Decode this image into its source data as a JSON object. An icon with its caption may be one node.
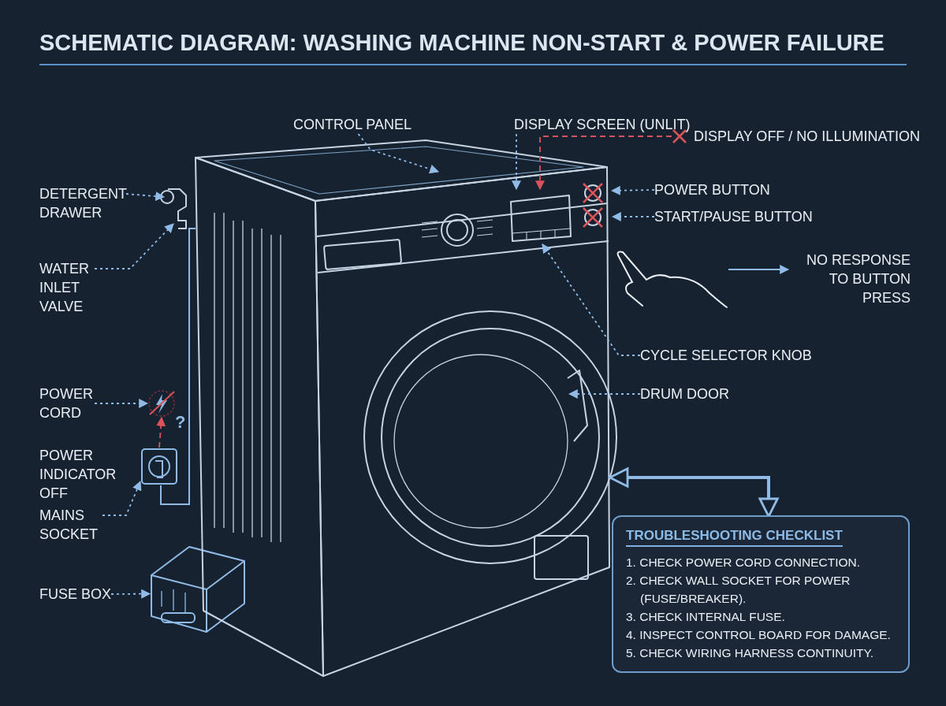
{
  "diagram": {
    "title": "SCHEMATIC DIAGRAM: WASHING MACHINE NON-START & POWER FAILURE",
    "nodes": [
      {
        "text": [
          "CONTROL PANEL"
        ]
      },
      {
        "text": [
          "DISPLAY SCREEN (UNLIT)"
        ]
      },
      {
        "text": [
          "DISPLAY OFF / NO ILLUMINATION"
        ]
      },
      {
        "text": [
          "POWER BUTTON"
        ]
      },
      {
        "text": [
          "START/PAUSE BUTTON"
        ]
      },
      {
        "text": [
          "NO RESPONSE TO BUTTON PRESS"
        ]
      },
      {
        "text": [
          "CYCLE SELECTOR KNOB"
        ]
      },
      {
        "text": [
          "DRUM DOOR"
        ]
      },
      {
        "text": [
          "DETERGENT DRAWER"
        ]
      },
      {
        "text": [
          "WATER INLET VALVE"
        ]
      },
      {
        "text": [
          "POWER CORD"
        ]
      },
      {
        "text": [
          "MAINS SOCKET"
        ]
      },
      {
        "text": [
          "FUSE BOX"
        ]
      },
      {
        "text": [
          "TROUBLESHOOTING CHECKLIST",
          "1. CHECK POWER CORD CONNECTION.",
          "2. CHECK WALL SOCKET FOR POWER (FUSE/BREAKER).",
          "3. CHECK INTERNAL FUSE.",
          "4. INSPECT CONTROL BOARD FOR DAMAGE.",
          "5. CHECK WIRING HARNESS CONTINUITY."
        ]
      },
      {
        "text": [],
        "shape": "picture"
      },
      {
        "text": [],
        "shape": "picture"
      },
      {
        "text": [],
        "shape": "picture"
      },
      {
        "text": [],
        "shape": "picture"
      },
      {
        "text": [],
        "shape": "picture"
      }
    ],
    "edges": [
      {
        "from": 0,
        "to": 18,
        "arrow": "to",
        "style": "dashed"
      },
      {
        "from": 1,
        "to": 18,
        "arrow": "to",
        "style": "dashed"
      },
      {
        "from": 2,
        "to": 18,
        "arrow": "to",
        "style": "dashed",
        "color": "#d9535a"
      },
      {
        "from": 3,
        "to": 18,
        "arrow": "to",
        "style": "dashed"
      },
      {
        "from": 4,
        "to": 18,
        "arrow": "to",
        "style": "dashed"
      },
      {
        "from": 14,
        "to": 5,
        "arrow": "to"
      },
      {
        "from": 6,
        "to": 18,
        "arrow": "to",
        "style": "dashed"
      },
      {
        "from": 7,
        "to": 18,
        "arrow": "to",
        "style": "dashed"
      },
      {
        "from": 8,
        "to": 18,
        "arrow": "to",
        "style": "dashed"
      },
      {
        "from": 9,
        "to": 18,
        "arrow": "to",
        "style": "dashed"
      },
      {
        "from": 10,
        "to": 15,
        "arrow": "to",
        "style": "dashed"
      },
      {
        "from": 16,
        "to": 15,
        "arrow": "to",
        "style": "dashed",
        "color": "#d9535a"
      },
      {
        "from": 11,
        "to": 16,
        "arrow": "to",
        "style": "dashed"
      },
      {
        "from": 12,
        "to": 17,
        "arrow": "to",
        "style": "dashed"
      },
      {
        "from": 13,
        "to": 18,
        "arrow": "both",
        "style": "thick"
      },
      {
        "from": 18,
        "to": 16,
        "arrow": "none"
      }
    ],
    "labels": [
      "POWER INDICATOR OFF",
      "?"
    ]
  }
}
